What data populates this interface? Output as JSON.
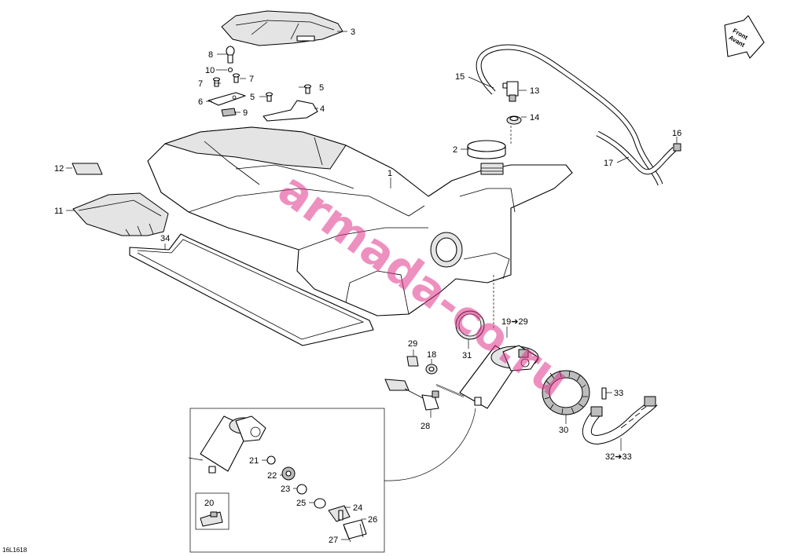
{
  "figure_code": "16L1618",
  "watermark": "armada-co.ru",
  "orientation_arrow": {
    "line1": "Front",
    "line2": "Avant"
  },
  "callouts": {
    "c1": "1",
    "c2": "2",
    "c3": "3",
    "c4": "4",
    "c5a": "5",
    "c5b": "5",
    "c6": "6",
    "c7a": "7",
    "c7b": "7",
    "c8": "8",
    "c9": "9",
    "c10": "10",
    "c11": "11",
    "c12": "12",
    "c13": "13",
    "c14": "14",
    "c15": "15",
    "c16": "16",
    "c17": "17",
    "c18": "18",
    "c19": "19➔29",
    "c20": "20",
    "c21": "21",
    "c22": "22",
    "c23": "23",
    "c24": "24",
    "c25": "25",
    "c26": "26",
    "c27": "27",
    "c28": "28",
    "c29": "29",
    "c30": "30",
    "c31": "31",
    "c32": "32➔33",
    "c33": "33",
    "c34": "34"
  }
}
